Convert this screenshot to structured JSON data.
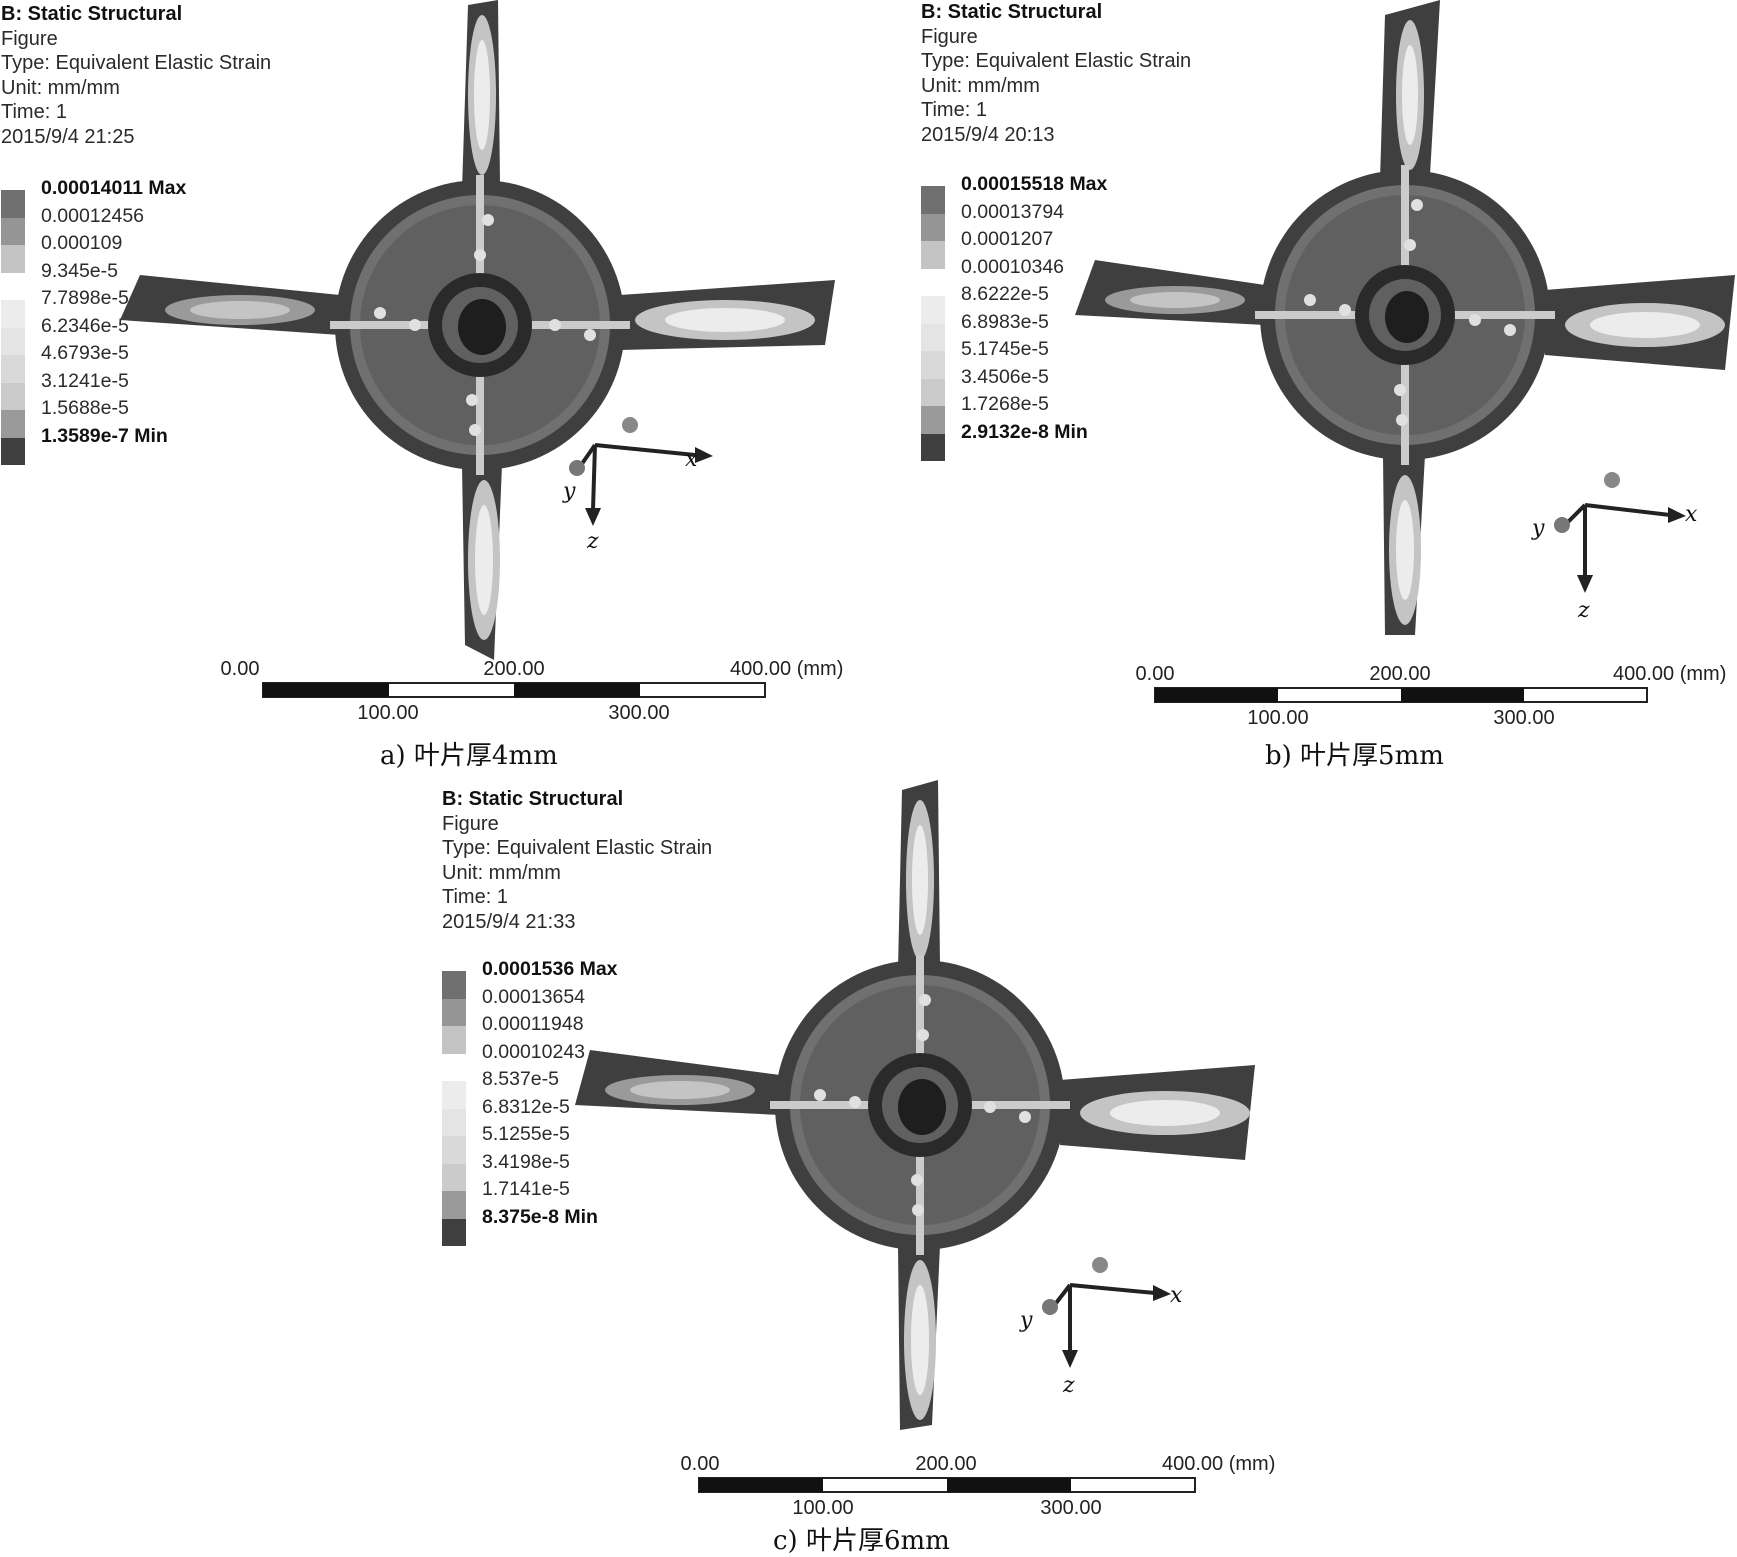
{
  "panels": [
    {
      "info": {
        "title": "B: Static Structural",
        "figure": "Figure",
        "type": "Type: Equivalent Elastic Strain",
        "unit": "Unit: mm/mm",
        "time": "Time: 1",
        "date": "2015/9/4 21:25"
      },
      "legend": [
        "0.00014011 Max",
        "0.00012456",
        "0.000109",
        "9.345e-5",
        "7.7898e-5",
        "6.2346e-5",
        "4.6793e-5",
        "3.1241e-5",
        "1.5688e-5",
        "1.3589e-7 Min"
      ],
      "scale": {
        "top": [
          "0.00",
          "200.00",
          "400.00 (mm)"
        ],
        "bottom": [
          "100.00",
          "300.00"
        ]
      },
      "axes": {
        "x": "x",
        "y": "y",
        "z": "z"
      },
      "caption": "a) 叶片厚4mm"
    },
    {
      "info": {
        "title": "B: Static Structural",
        "figure": "Figure",
        "type": "Type: Equivalent Elastic Strain",
        "unit": "Unit: mm/mm",
        "time": "Time: 1",
        "date": "2015/9/4 20:13"
      },
      "legend": [
        "0.00015518 Max",
        "0.00013794",
        "0.0001207",
        "0.00010346",
        "8.6222e-5",
        "6.8983e-5",
        "5.1745e-5",
        "3.4506e-5",
        "1.7268e-5",
        "2.9132e-8 Min"
      ],
      "scale": {
        "top": [
          "0.00",
          "200.00",
          "400.00 (mm)"
        ],
        "bottom": [
          "100.00",
          "300.00"
        ]
      },
      "axes": {
        "x": "x",
        "y": "y",
        "z": "z"
      },
      "caption": "b) 叶片厚5mm"
    },
    {
      "info": {
        "title": "B: Static Structural",
        "figure": "Figure",
        "type": "Type: Equivalent Elastic Strain",
        "unit": "Unit: mm/mm",
        "time": "Time: 1",
        "date": "2015/9/4 21:33"
      },
      "legend": [
        "0.0001536 Max",
        "0.00013654",
        "0.00011948",
        "0.00010243",
        "8.537e-5",
        "6.8312e-5",
        "5.1255e-5",
        "3.4198e-5",
        "1.7141e-5",
        "8.375e-8 Min"
      ],
      "scale": {
        "top": [
          "0.00",
          "200.00",
          "400.00 (mm)"
        ],
        "bottom": [
          "100.00",
          "300.00"
        ]
      },
      "axes": {
        "x": "x",
        "y": "y",
        "z": "z"
      },
      "caption": "c) 叶片厚6mm"
    }
  ],
  "legend_colors": [
    "#707070",
    "#959595",
    "#c4c4c4",
    "#ffffff",
    "#ececec",
    "#e4e4e4",
    "#d9d9d9",
    "#cbcbcb",
    "#9a9a9a",
    "#3f3f3f"
  ]
}
